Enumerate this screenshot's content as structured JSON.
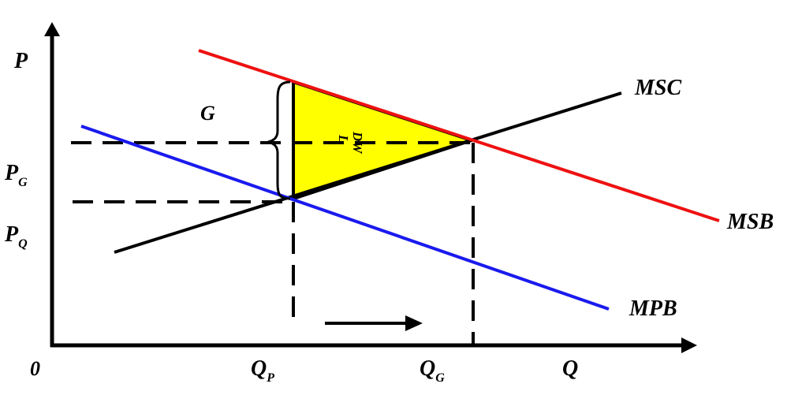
{
  "labels": {
    "y_axis": "P",
    "x_axis": "Q",
    "origin": "0",
    "msc": "MSC",
    "msb": "MSB",
    "mpb": "MPB",
    "gap": "G",
    "dwl_line1": "DW",
    "dwl_line2": "L",
    "pg_main": "P",
    "pg_sub": "G",
    "pq_main": "P",
    "pq_sub": "Q",
    "qp_main": "Q",
    "qp_sub": "P",
    "qg_main": "Q",
    "qg_sub": "G"
  },
  "colors": {
    "msb": "#ee1111",
    "mpb": "#1a1aee",
    "msc": "#000000",
    "dwl_fill": "#ffff00"
  }
}
